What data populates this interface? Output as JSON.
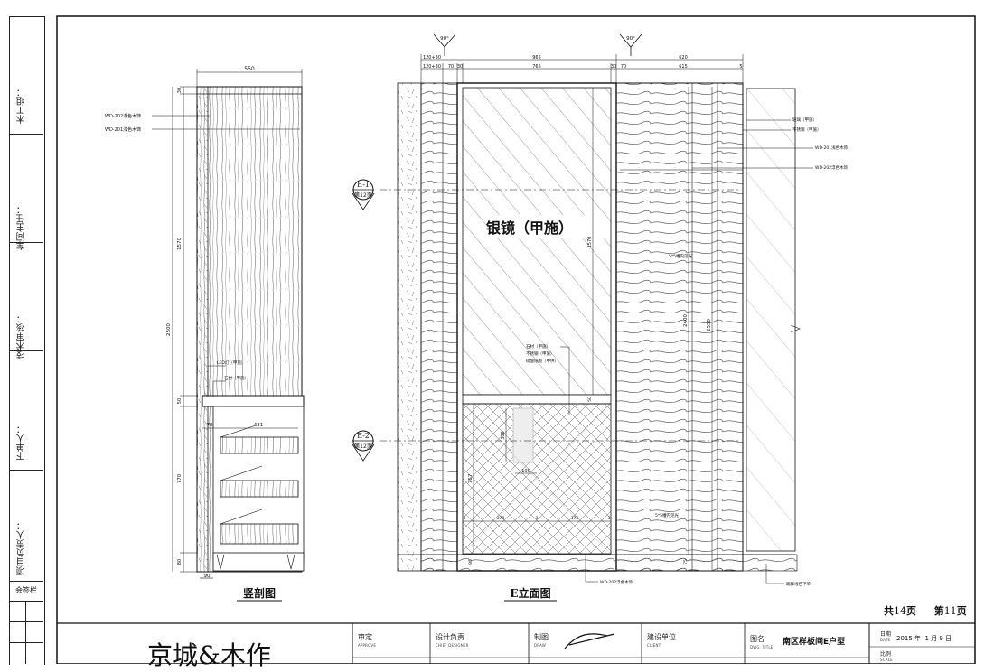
{
  "side_panel": {
    "labels": [
      "木工组：",
      "车间主任：",
      "技术审核：",
      "下单人：",
      "项目负责人："
    ],
    "bottom_label": "会签栏"
  },
  "views": {
    "section_title": "竖剖图",
    "elevation_title": "E立面图"
  },
  "section_view": {
    "dims": {
      "width_top": "550",
      "top_small": "30",
      "upper_height": "1570",
      "total_height": "2500",
      "mid_small": "50",
      "lower_height": "770",
      "bottom_small": "80",
      "base_width": "90",
      "drawer_offset": "70",
      "drawer_depth": "431"
    },
    "labels": {
      "wd202": "WD-202浮色木饰",
      "wd201": "WD-201浅色木饰",
      "led": "LED灯（甲施）",
      "stone": "石材（甲施）"
    }
  },
  "elevation": {
    "dims_row1": [
      "120+30",
      "965",
      "620"
    ],
    "dims_row2": [
      "120+30",
      "70",
      "30",
      "765",
      "30",
      "70",
      "615",
      "5"
    ],
    "angle_1": "90°",
    "angle_2": "90°",
    "mirror_label": "银镜（甲施）",
    "mirror_height": "1570",
    "right_height_1": "2400",
    "right_height_2": "2550",
    "lower_height": "767",
    "small_50": "50",
    "small_80": "80",
    "small_75": "75",
    "gap_300": "300",
    "gap_100": "100",
    "bottom_dims": [
      "3",
      "378",
      "3",
      "378",
      "3"
    ],
    "callouts_right": [
      "玻璃（甲施）",
      "不锈钢（甲施）",
      "WD-201浅色木饰",
      "WD-202浮色木饰"
    ],
    "callout_mid": [
      "石材（甲施）",
      "不锈钢（甲施）",
      "硫酸纸图（甲供）"
    ],
    "slot_upper": "5*5槽内见光",
    "slot_lower": "5*5槽内见光",
    "bottom_wd": "WD-202浮色木饰",
    "bottom_right": "踢脚线已下单",
    "marker_e1": "E-1",
    "marker_e2": "E-2",
    "marker_page": "第12页"
  },
  "page_info": {
    "total_prefix": "共",
    "total": "14",
    "total_suffix": "页",
    "current_prefix": "第",
    "current": "11",
    "current_suffix": "页"
  },
  "title_block": {
    "company": "京城&木作",
    "approve_cn": "审定",
    "approve_en": "APPROVE",
    "designer_cn": "设计负责",
    "designer_en": "CHIEF DESIGNER",
    "draw_cn": "制图",
    "draw_en": "DRAW",
    "client_cn": "建设单位",
    "client_en": "CLIENT",
    "dwg_cn": "图名",
    "dwg_en": "DWG. TITLE",
    "dwg_title": "南区样板间E户型",
    "date_cn": "日期",
    "date_en": "DATE",
    "date_value": "2015 年  1 月 9 日",
    "scale_cn": "比例",
    "scale_en": "SCALE"
  }
}
